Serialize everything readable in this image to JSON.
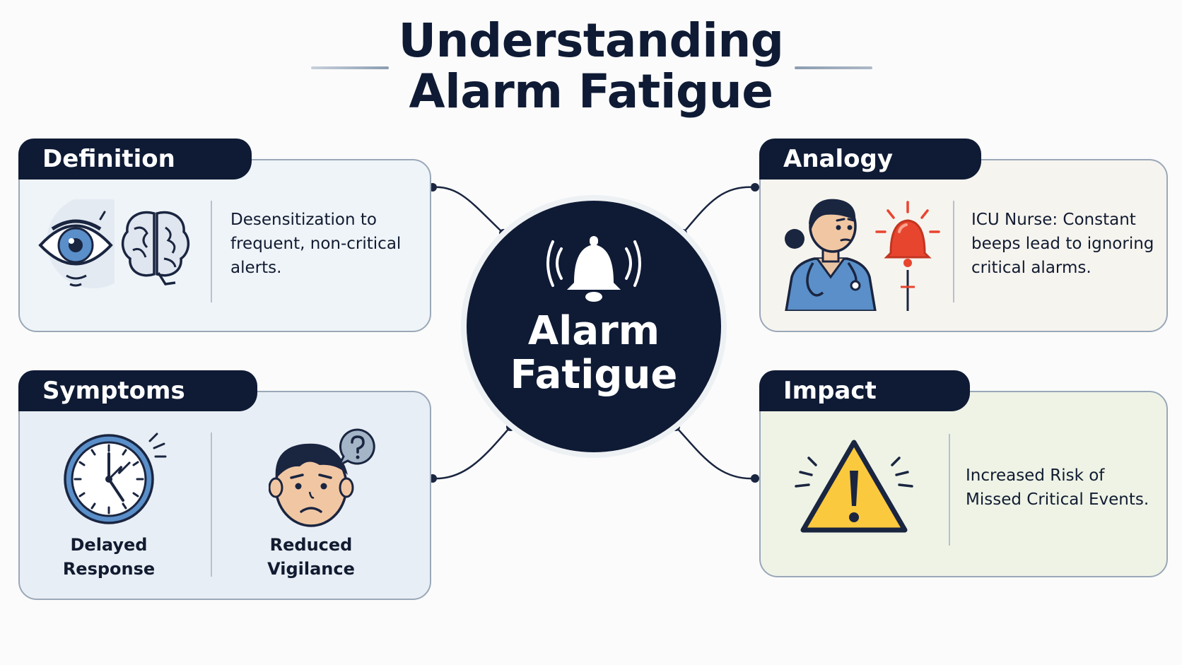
{
  "title": {
    "line1": "Understanding",
    "line2": "Alarm Fatigue"
  },
  "center": {
    "line1": "Alarm",
    "line2": "Fatigue",
    "icon": "bell-icon"
  },
  "cards": {
    "definition": {
      "heading": "Definition",
      "text": "Desensitization to frequent, non-critical alerts.",
      "icons": [
        "eye-icon",
        "brain-icon"
      ]
    },
    "analogy": {
      "heading": "Analogy",
      "text": "ICU Nurse: Constant beeps lead to ignoring critical alarms.",
      "icons": [
        "nurse-icon",
        "alarm-bell-icon"
      ]
    },
    "symptoms": {
      "heading": "Symptoms",
      "items": [
        {
          "label": "Delayed Response",
          "icon": "clock-icon"
        },
        {
          "label": "Reduced Vigilance",
          "icon": "confused-face-icon"
        }
      ]
    },
    "impact": {
      "heading": "Impact",
      "text": "Increased Risk of Missed Critical Events.",
      "icon": "warning-icon"
    }
  },
  "colors": {
    "navy": "#0f1b35",
    "definition_bg": "#eff4f9",
    "analogy_bg": "#f6f4ef",
    "symptoms_bg": "#e8eef5",
    "impact_bg": "#eef3e6",
    "alert_red": "#e8452f",
    "warning_yellow": "#fbc93d",
    "scrub_blue": "#5a8fc9"
  }
}
